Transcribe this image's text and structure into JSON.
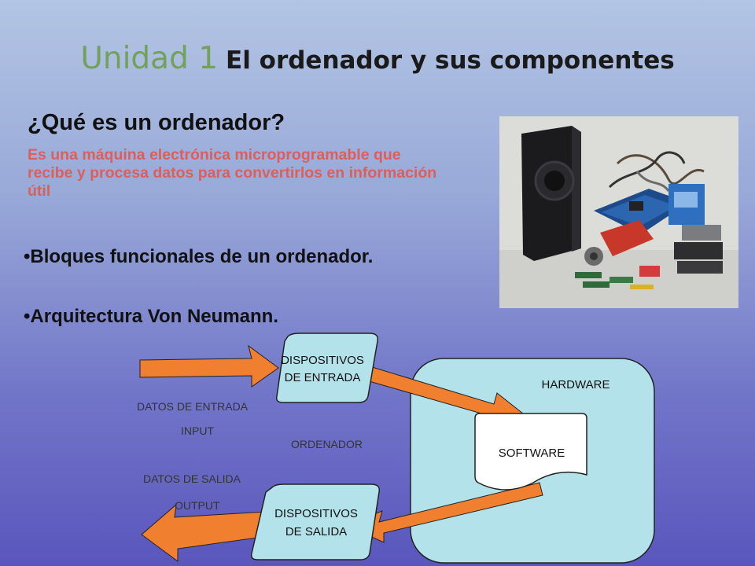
{
  "slide": {
    "title_unit": "Unidad 1",
    "title_main": "El ordenador y sus componentes",
    "question": "¿Qué es un ordenador?",
    "definition": "Es una máquina electrónica microprogramable que recibe y procesa datos para convertirlos en información útil",
    "bullets": [
      "•Bloques funcionales de  un ordenador.",
      "•Arquitectura Von Neumann."
    ]
  },
  "diagram": {
    "input_device_line1": "DISPOSITIVOS",
    "input_device_line2": "DE ENTRADA",
    "output_device_line1": "DISPOSITIVOS",
    "output_device_line2": "DE SALIDA",
    "hardware": "HARDWARE",
    "software": "SOFTWARE",
    "ordenador": "ORDENADOR",
    "datos_entrada": "DATOS DE ENTRADA",
    "input": "INPUT",
    "datos_salida": "DATOS DE SALIDA",
    "output": "OUTPUT"
  },
  "colors": {
    "unit_title": "#72a15c",
    "definition": "#d9605c",
    "arrow_fill": "#f08030",
    "device_box": "#b4e2ea",
    "hardware_box": "#b4e2ea"
  }
}
